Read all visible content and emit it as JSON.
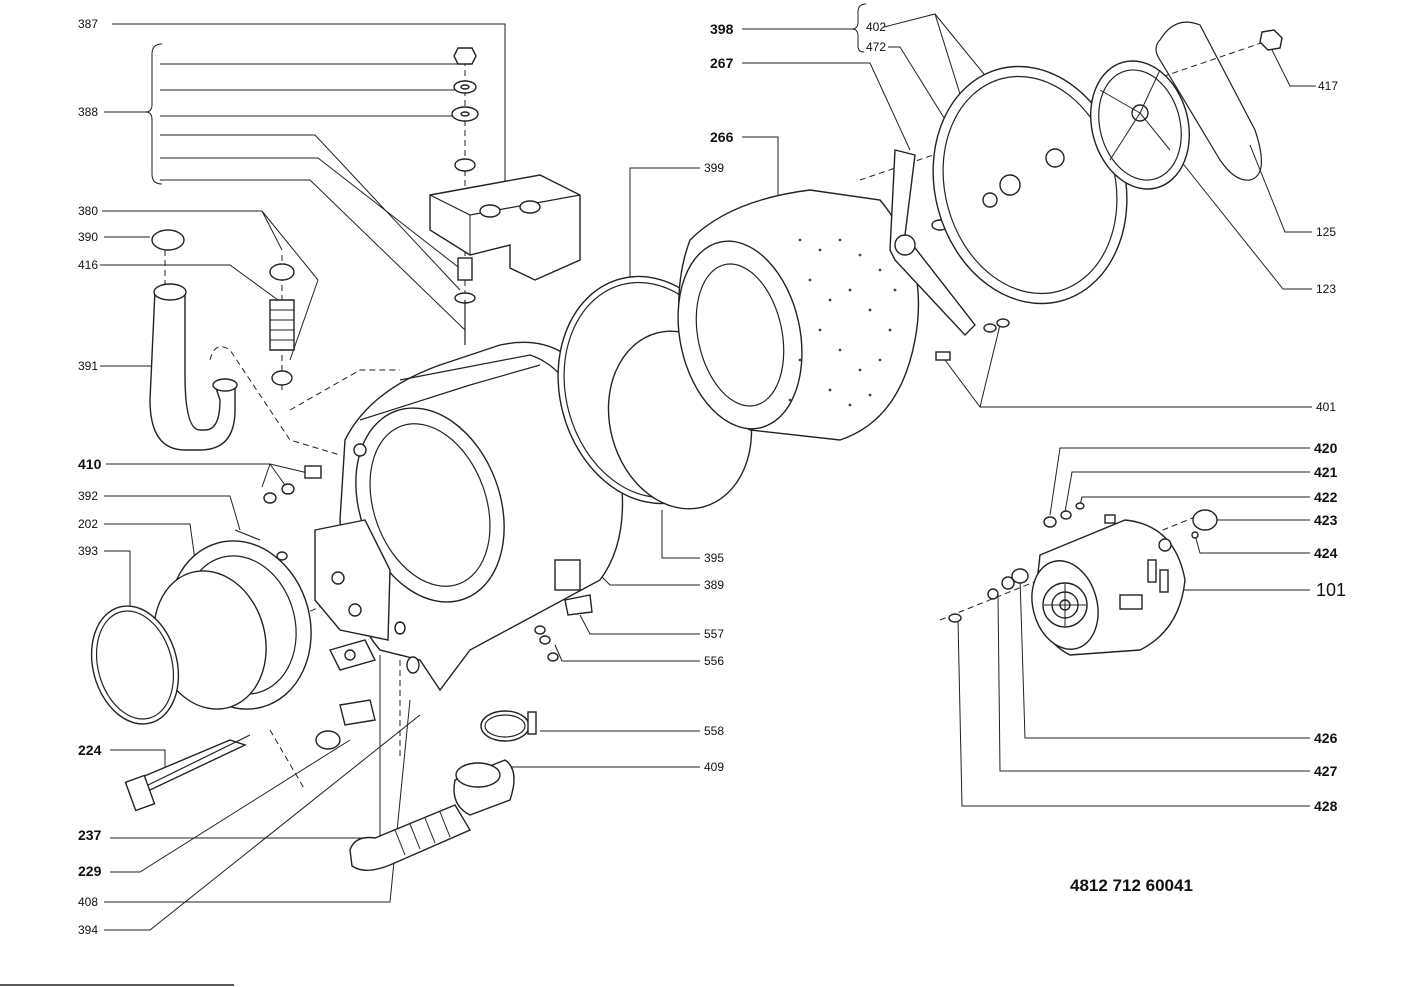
{
  "document_number": "4812 712 60041",
  "labels": {
    "l387": "387",
    "l388": "388",
    "l380": "380",
    "l390": "390",
    "l416": "416",
    "l391": "391",
    "l410": "410",
    "l392": "392",
    "l202": "202",
    "l393": "393",
    "l224": "224",
    "l237": "237",
    "l229": "229",
    "l408": "408",
    "l394": "394",
    "l399": "399",
    "l395": "395",
    "l389": "389",
    "l557": "557",
    "l556": "556",
    "l558": "558",
    "l409": "409",
    "l398": "398",
    "l402": "402",
    "l472": "472",
    "l267": "267",
    "l266": "266",
    "l417": "417",
    "l125": "125",
    "l123": "123",
    "l401": "401",
    "l420": "420",
    "l421": "421",
    "l422": "422",
    "l423": "423",
    "l424": "424",
    "l101": "101",
    "l426": "426",
    "l427": "427",
    "l428": "428"
  }
}
